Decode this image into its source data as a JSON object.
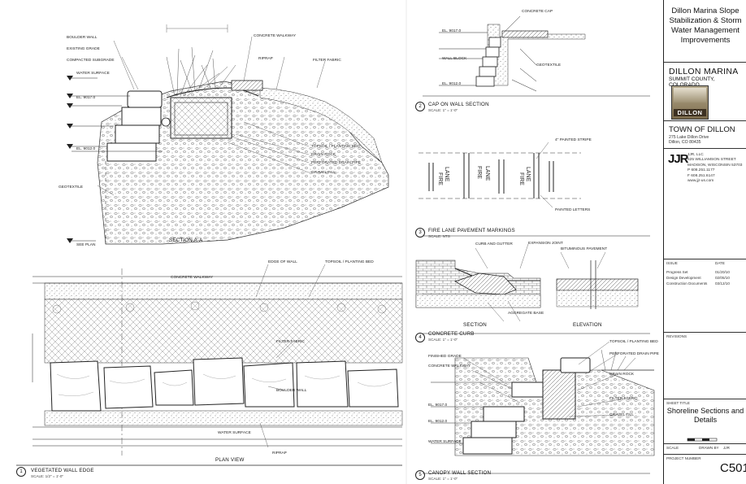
{
  "title_block": {
    "project_title": "Dillon Marina Slope Stabilization & Storm Water Management Improvements",
    "client_name": "DILLON MARINA",
    "client_location": "SUMMIT COUNTY, COLORADO",
    "logo_word": "DILLON",
    "owner": "TOWN OF DILLON",
    "owner_address_1": "275 Lake Dillon Drive",
    "owner_address_2": "Dillon, CO 80435",
    "firm_logo": "JJR",
    "firm_lines": [
      "JJR, LLC",
      "625 WILLIAMSON STREET",
      "MADISON, WISCONSIN 53703",
      "P 608.251.1177",
      "F 608.251.6147",
      "www.jjr-us.com"
    ],
    "issue_head_left": "ISSUE",
    "issue_head_right": "DATE",
    "issues": [
      {
        "label": "Progress Set",
        "date": "01/20/10"
      },
      {
        "label": "Design Development",
        "date": "02/05/10"
      },
      {
        "label": "Construction Documents",
        "date": "03/12/10"
      }
    ],
    "revisions_label": "REVISIONS",
    "sheet_title_label": "SHEET TITLE",
    "sheet_title": "Shoreline Sections and Details",
    "scale_label": "SCALE",
    "drawn_label": "DRAWN BY",
    "drawn_value": "JJR",
    "project_number_label": "PROJECT NUMBER",
    "sheet_number": "C501"
  },
  "details": {
    "section_a_title": "SECTION A-A",
    "cap_wall_no": "2",
    "cap_wall_title": "CAP ON WALL SECTION",
    "cap_wall_scale": "SCALE: 1\" = 1'-0\"",
    "fire_lane_no": "3",
    "fire_lane_title": "FIRE LANE PAVEMENT MARKINGS",
    "fire_lane_scale": "SCALE: NTS",
    "curb_no": "4",
    "curb_title": "CONCRETE CURB",
    "curb_scale": "SCALE: 1\" = 1'-0\"",
    "curb_section_label": "SECTION",
    "curb_elevation_label": "ELEVATION",
    "veg_wall_no": "1",
    "veg_wall_title": "VEGETATED WALL EDGE",
    "veg_wall_scale": "SCALE: 1/2\" = 1'-0\"",
    "plan_view_label": "PLAN VIEW",
    "canopy_no": "5",
    "canopy_title": "CANOPY WALL SECTION",
    "canopy_scale": "SCALE: 1\" = 1'-0\"",
    "fire_lane_text": "FIRE LANE",
    "notes": [
      "BOULDER WALL",
      "EXISTING GRADE",
      "COMPACTED SUBGRADE",
      "CONCRETE WALKWAY",
      "WATER SURFACE",
      "RIPRAP",
      "FILTER FABRIC",
      "TOPSOIL / PLANTING BED",
      "DRAIN ROCK",
      "CURB AND GUTTER",
      "BITUMINOUS PAVEMENT",
      "AGGREGATE BASE",
      "EXPANSION JOINT",
      "4\" PAINTED STRIPE",
      "PAINTED LETTERS",
      "PERFORATED DRAIN PIPE",
      "CONCRETE CAP",
      "EL. 9017.0",
      "EL. 9012.0",
      "SEE PLAN",
      "GRAVEL FILL",
      "GEOTEXTILE",
      "WALL BLOCK",
      "FINISHED GRADE",
      "EDGE OF WALL"
    ]
  }
}
